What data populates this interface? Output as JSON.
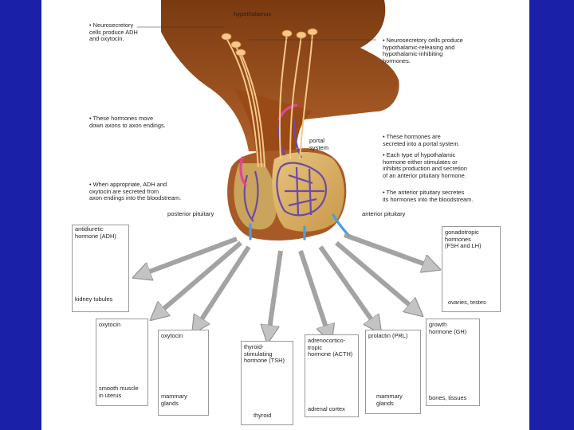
{
  "labels": {
    "hypothalamus": "hypothalamus",
    "portal_system": "portal\nsystem",
    "posterior_pituitary": "posterior pituitary",
    "anterior_pituitary": "anterior pituitary"
  },
  "notes": {
    "left_1": "• Neurosecretory\ncells produce ADH\nand oxytocin.",
    "left_2": "• These hormones move\ndown axons to axon endings.",
    "left_3": "• When appropriate, ADH and\noxytocin are secreted from\naxon endings into the bloodstream.",
    "right_1": "• Neurosecretory cells produce\nhypothalamic-releasing and\nhypothalamic-inhibiting\nhormones.",
    "right_2": "• These hormones are\nsecreted into a portal system.",
    "right_3": "• Each type of hypothalamic\nhormone either stimulates or\ninhibits production and secretion\nof an anterior pituitary hormone.",
    "right_4": "• The anterior pituitary secretes\nits hormones into the bloodstream."
  },
  "targets": {
    "adh": {
      "hormone": "antidiuretic\nhormone (ADH)",
      "organ": "kidney tubules"
    },
    "oxytocin_uterus": {
      "hormone": "oxytocin",
      "organ": "smooth muscle\nin uterus"
    },
    "oxytocin_mammary": {
      "hormone": "oxytocin",
      "organ": "mammary\nglands"
    },
    "tsh": {
      "hormone": "thyroid-\nstimulating\nhormone (TSH)",
      "organ": "thyroid"
    },
    "acth": {
      "hormone": "adrenocortico-\ntropic\nhormone (ACTH)",
      "organ": "adrenal cortex"
    },
    "prl": {
      "hormone": "prolactin (PRL)",
      "organ": "mammary\nglands"
    },
    "gh": {
      "hormone": "growth\nhormone (GH)",
      "organ": "bones, tissues"
    },
    "gonadotropins": {
      "hormone": "gonadotropic\nhormones\n(FSH and LH)",
      "organ": "ovaries, testes"
    }
  },
  "colors": {
    "background": "#1a20a8",
    "brain": "#9a4a16",
    "pituitary": "#d9b46a",
    "capillary": "#6a4aa8",
    "arrow": "#c8c8c8"
  }
}
